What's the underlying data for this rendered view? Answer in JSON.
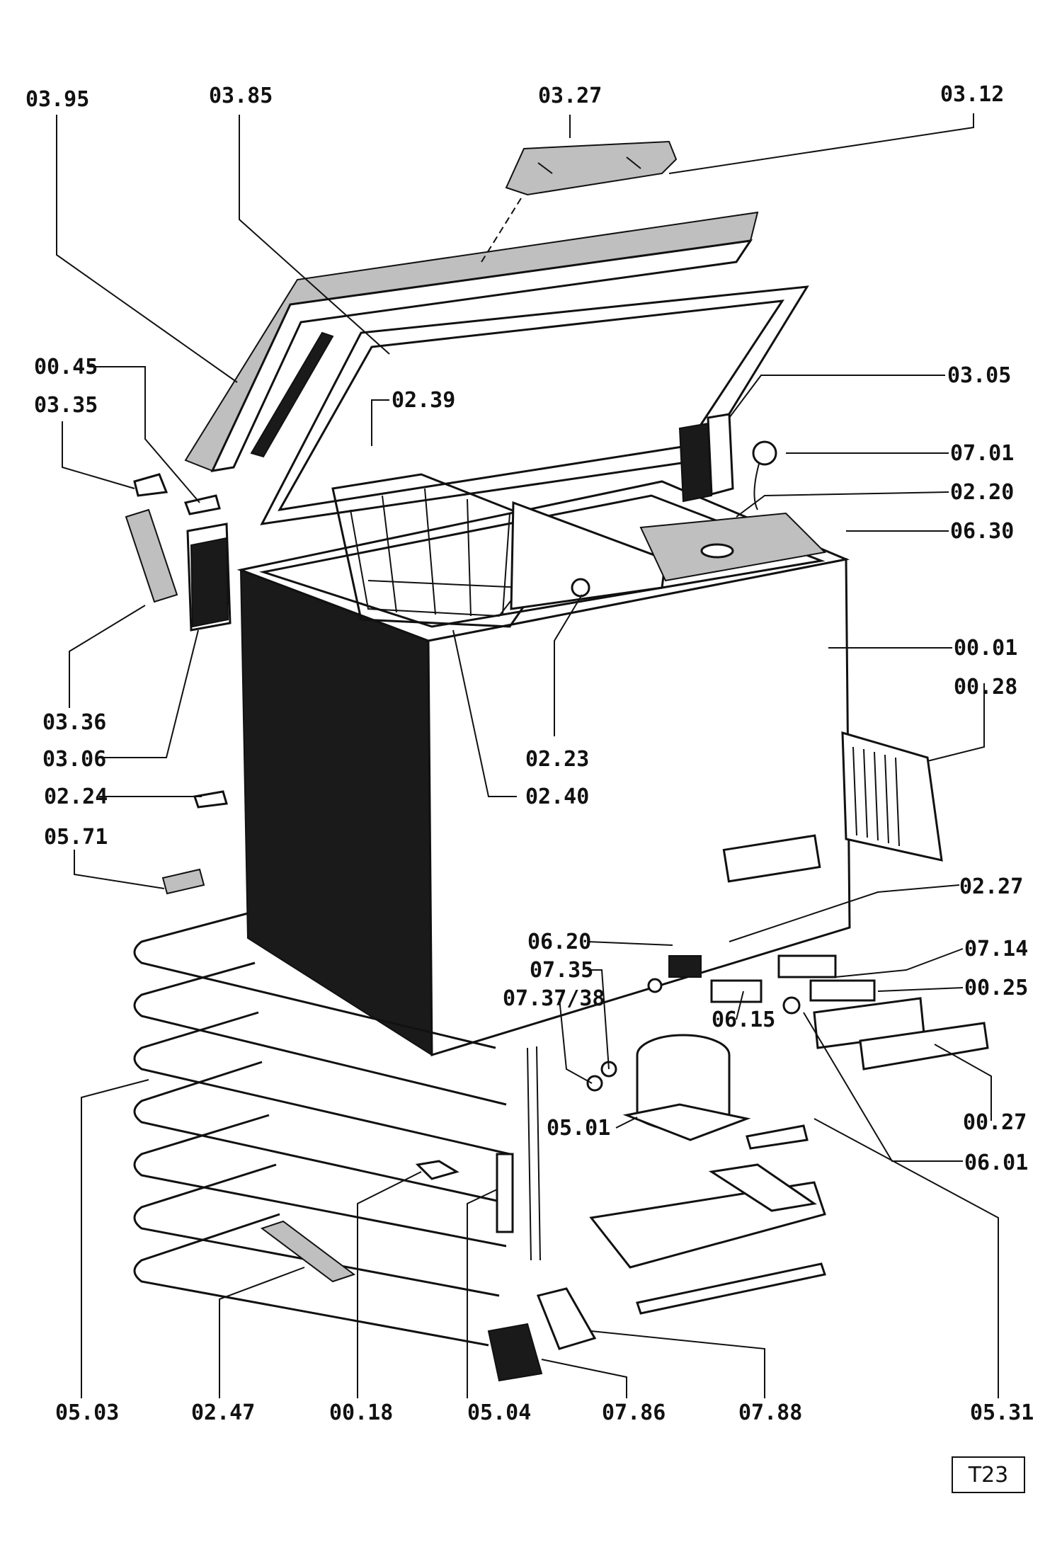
{
  "diagram": {
    "sheet_id": "T23",
    "labels": [
      "03.95",
      "03.85",
      "03.27",
      "03.12",
      "00.45",
      "03.35",
      "02.39",
      "03.05",
      "07.01",
      "02.20",
      "06.30",
      "00.01",
      "00.28",
      "03.36",
      "03.06",
      "02.23",
      "02.40",
      "02.24",
      "05.71",
      "02.27",
      "06.20",
      "07.14",
      "07.35",
      "07.37/38",
      "06.15",
      "00.25",
      "05.01",
      "00.27",
      "06.01",
      "05.03",
      "02.47",
      "00.18",
      "05.04",
      "07.86",
      "07.88",
      "05.31"
    ]
  }
}
